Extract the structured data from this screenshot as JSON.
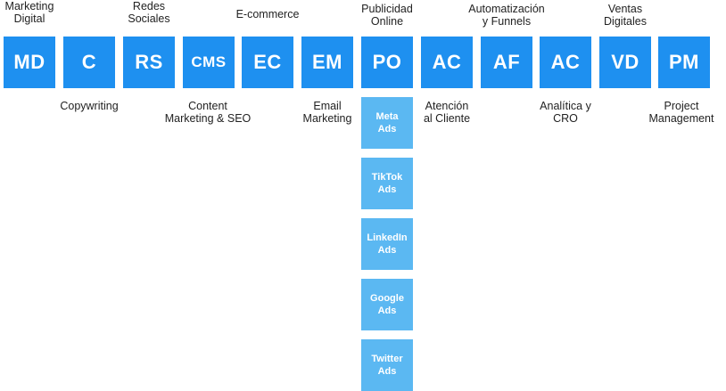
{
  "tiles": [
    {
      "abbr": "MD",
      "label": "Marketing\nDigital"
    },
    {
      "abbr": "C",
      "label": "Copywriting"
    },
    {
      "abbr": "RS",
      "label": "Redes\nSociales"
    },
    {
      "abbr": "CMS",
      "label": "Content\nMarketing & SEO"
    },
    {
      "abbr": "EC",
      "label": "E-commerce"
    },
    {
      "abbr": "EM",
      "label": "Email\nMarketing"
    },
    {
      "abbr": "PO",
      "label": "Publicidad\nOnline"
    },
    {
      "abbr": "AC",
      "label": "Atención\nal Cliente"
    },
    {
      "abbr": "AF",
      "label": "Automatización\ny Funnels"
    },
    {
      "abbr": "AC",
      "label": "Analítica y\nCRO"
    },
    {
      "abbr": "VD",
      "label": "Ventas\nDigitales"
    },
    {
      "abbr": "PM",
      "label": "Project\nManagement"
    }
  ],
  "sub_items": [
    {
      "label": "Meta\nAds"
    },
    {
      "label": "TikTok\nAds"
    },
    {
      "label": "LinkedIn\nAds"
    },
    {
      "label": "Google\nAds"
    },
    {
      "label": "Twitter\nAds"
    }
  ],
  "colors": {
    "tile": "#1e90f0",
    "sub_tile": "#5bb8f2",
    "text": "#222222"
  }
}
